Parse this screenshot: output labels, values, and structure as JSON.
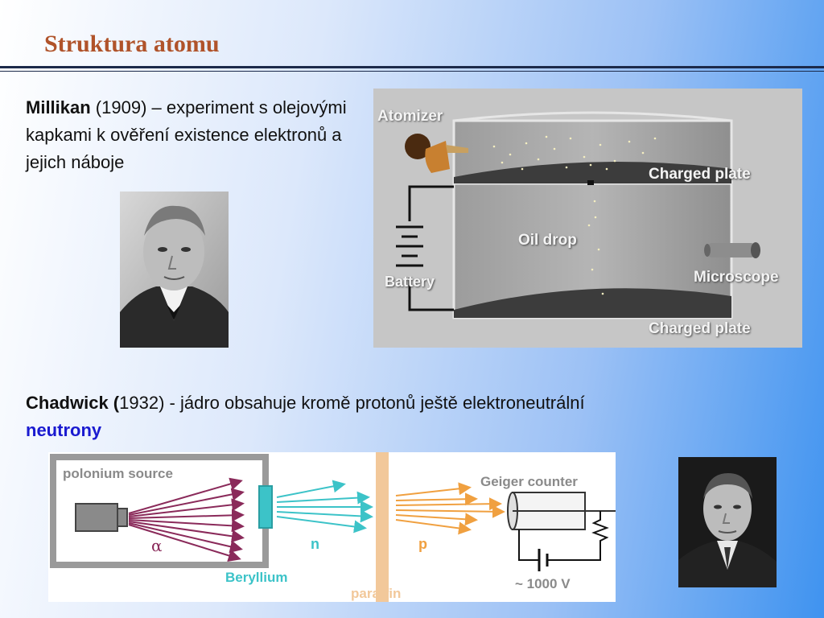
{
  "slide": {
    "title": "Struktura atomu"
  },
  "millikan": {
    "name": "Millikan",
    "text": " (1909) – experiment s olejovými kapkami k ověření existence elektronů a jejich náboje"
  },
  "millikan_diagram": {
    "atomizer": "Atomizer",
    "charged_plate_top": "Charged plate",
    "oil_drop": "Oil drop",
    "battery": "Battery",
    "microscope": "Microscope",
    "charged_plate_bottom": "Charged plate"
  },
  "chadwick": {
    "name": "Chadwick (",
    "text": "1932) - jádro obsahuje kromě protonů ještě elektroneutrální ",
    "highlight": "neutrony"
  },
  "chadwick_diagram": {
    "polonium_source": "polonium source",
    "alpha": "α",
    "beryllium": "Beryllium",
    "n": "n",
    "paraffin": "paraffin",
    "p": "p",
    "geiger_counter": "Geiger counter",
    "voltage": "~ 1000 V"
  },
  "colors": {
    "title": "#b0532a",
    "neutrony": "#1a1ad0",
    "alpha_rays": "#8a2a5a",
    "neutron_rays": "#3cc3c8",
    "proton_rays": "#f0a040"
  }
}
